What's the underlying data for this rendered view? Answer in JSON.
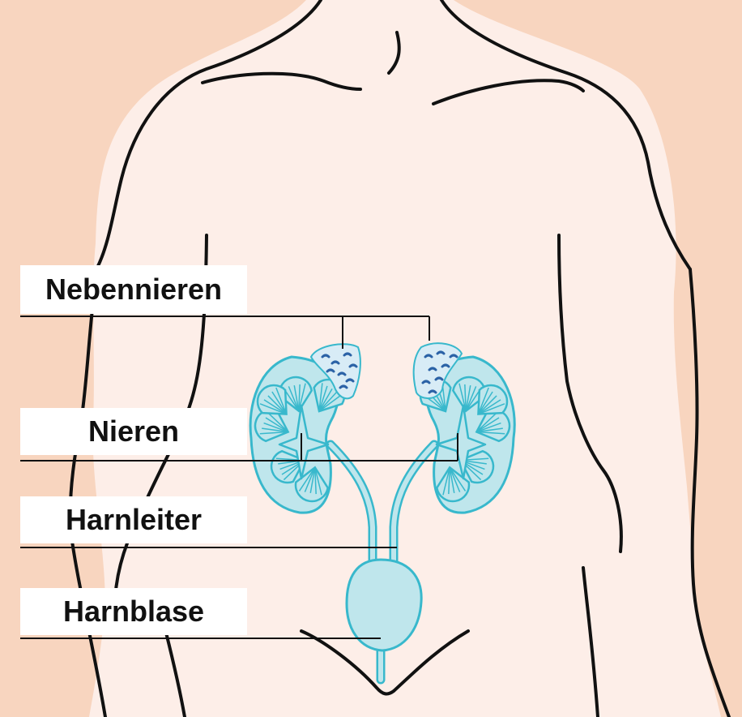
{
  "figure": {
    "background_color": "#f8d5bf",
    "body_color": "#fdeee8",
    "organ_color": "#bfe6ec",
    "organ_outline_color": "#38b8cc",
    "adrenal_color": "#d8ecf6",
    "adrenal_spot_color": "#2b62a6",
    "line_color": "#111111"
  },
  "labels": [
    {
      "id": "adrenal-glands",
      "text": "Nebennieren"
    },
    {
      "id": "kidneys",
      "text": "Nieren"
    },
    {
      "id": "ureter",
      "text": "Harnleiter"
    },
    {
      "id": "bladder",
      "text": "Harnblase"
    }
  ]
}
